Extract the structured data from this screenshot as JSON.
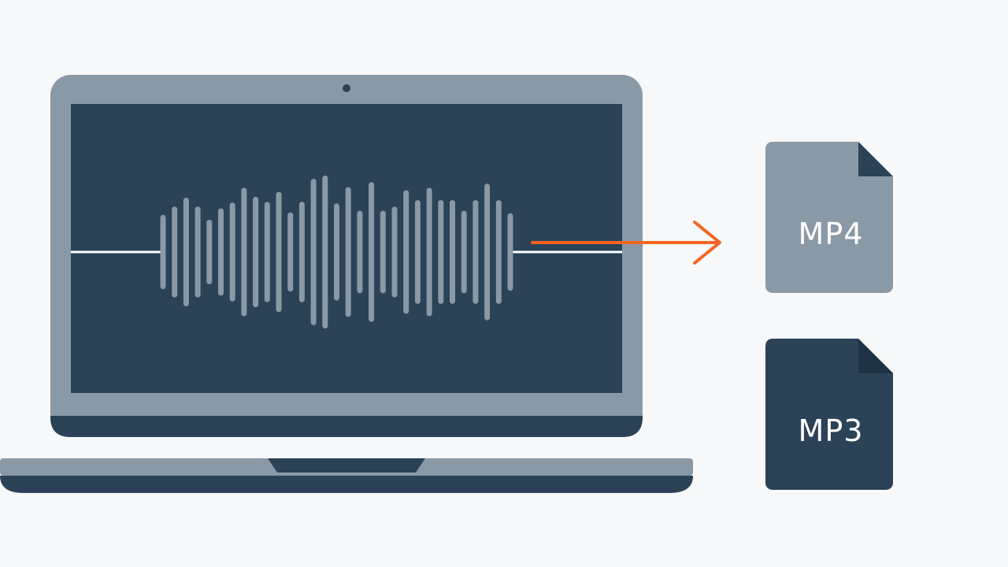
{
  "colors": {
    "background": "#f7f8f9",
    "laptop_frame": "#8a99a6",
    "laptop_screen": "#2b4257",
    "laptop_base_dark": "#2b4257",
    "waveform": "#8a99a6",
    "signal_line": "#ffffff",
    "arrow": "#f26522",
    "mp4_file": "#8a99a6",
    "mp4_fold": "#2b4257",
    "mp3_file": "#2b4257",
    "mp3_fold": "#1e3244",
    "file_text": "#ffffff"
  },
  "icons": {
    "laptop": "laptop-icon",
    "waveform": "audio-waveform-icon",
    "arrow": "arrow-right-icon",
    "mp4": "file-icon",
    "mp3": "file-icon"
  },
  "files": {
    "mp4": {
      "label": "MP4"
    },
    "mp3": {
      "label": "MP3"
    }
  },
  "waveform": {
    "bar_levels": [
      0.42,
      0.52,
      0.63,
      0.52,
      0.36,
      0.5,
      0.57,
      0.75,
      0.64,
      0.58,
      0.7,
      0.45,
      0.58,
      0.86,
      0.9,
      0.56,
      0.76,
      0.47,
      0.82,
      0.47,
      0.52,
      0.72,
      0.6,
      0.75,
      0.6,
      0.6,
      0.47,
      0.6,
      0.8,
      0.6,
      0.44
    ]
  }
}
